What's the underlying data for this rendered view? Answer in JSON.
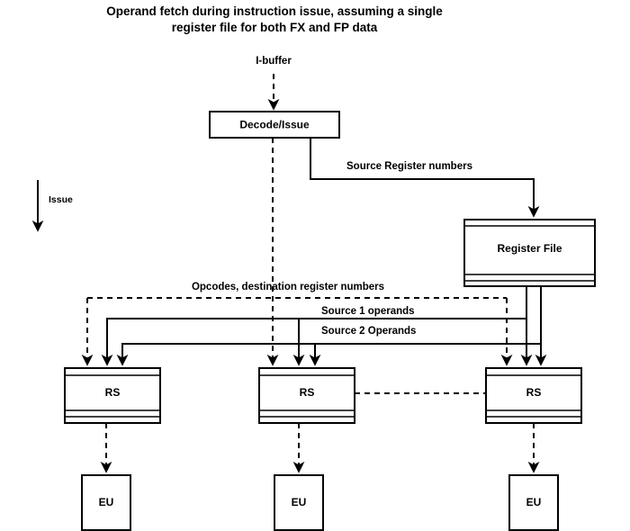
{
  "title": {
    "line1": "Operand fetch during instruction issue, assuming a single",
    "line2": "register file for both FX and FP data"
  },
  "nodes": {
    "ibuffer": {
      "label": "I-buffer"
    },
    "decode_issue": {
      "label": "Decode/Issue"
    },
    "register_file": {
      "label": "Register File"
    },
    "rs1": {
      "label": "RS"
    },
    "rs2": {
      "label": "RS"
    },
    "rs3": {
      "label": "RS"
    },
    "eu1": {
      "label": "EU"
    },
    "eu2": {
      "label": "EU"
    },
    "eu3": {
      "label": "EU"
    }
  },
  "edges": {
    "issue_arrow": {
      "label": "Issue"
    },
    "source_register_numbers": {
      "label": "Source Register numbers"
    },
    "opcodes_dest": {
      "label": "Opcodes, destination register numbers"
    },
    "source1": {
      "label": "Source 1 operands"
    },
    "source2": {
      "label": "Source 2 Operands"
    }
  },
  "colors": {
    "ink": "#000000",
    "paper": "#ffffff"
  }
}
